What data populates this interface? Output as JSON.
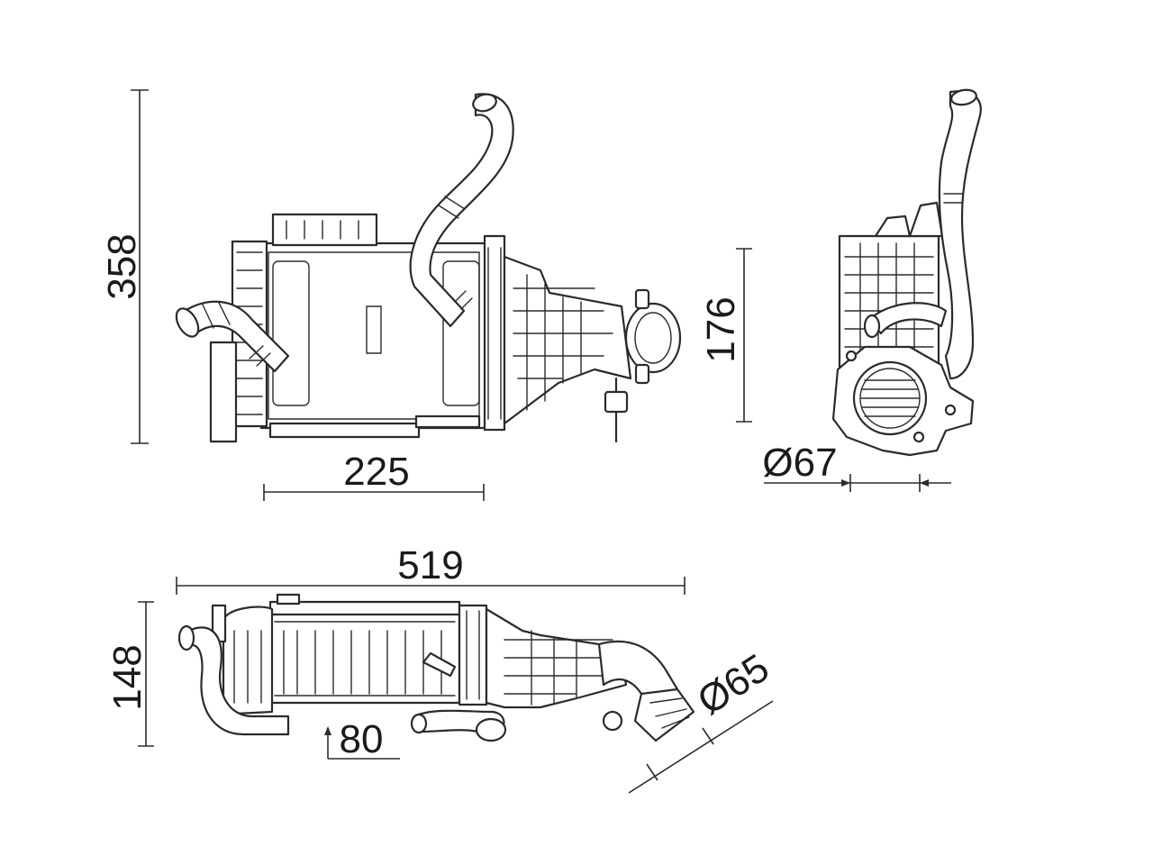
{
  "dimensions": {
    "height_total": "358",
    "width_core": "225",
    "height_side": "176",
    "diameter_inlet": "Ø67",
    "length_total": "519",
    "depth": "148",
    "offset": "80",
    "diameter_outlet": "Ø65"
  }
}
